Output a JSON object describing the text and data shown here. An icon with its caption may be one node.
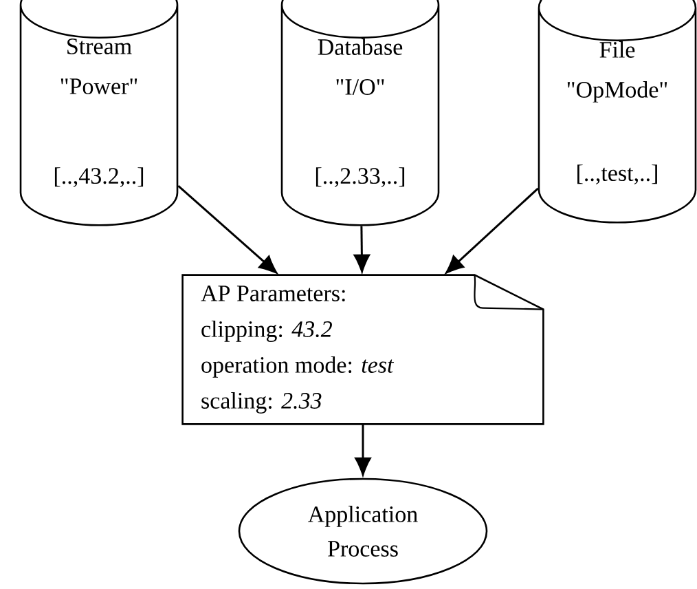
{
  "diagram": {
    "nodes": [
      {
        "text": [
          "Stream \"Power\"",
          "[..,43.2,..]"
        ]
      },
      {
        "text": [
          "Database \"I/O\"",
          "[..,2.33,..]"
        ]
      },
      {
        "text": [
          "File \"OpMode\"",
          "[..,test,..]"
        ]
      },
      {
        "text": [
          "AP Parameters:",
          "clipping: *43.2*",
          "operation mode: *test*",
          "scaling: *2.33*"
        ]
      },
      {
        "text": [
          "Application Process"
        ]
      }
    ],
    "edges": [
      {
        "from": 0,
        "to": 3,
        "arrow": "to"
      },
      {
        "from": 1,
        "to": 3,
        "arrow": "to"
      },
      {
        "from": 2,
        "to": 3,
        "arrow": "to"
      },
      {
        "from": 3,
        "to": 4,
        "arrow": "to"
      }
    ]
  }
}
